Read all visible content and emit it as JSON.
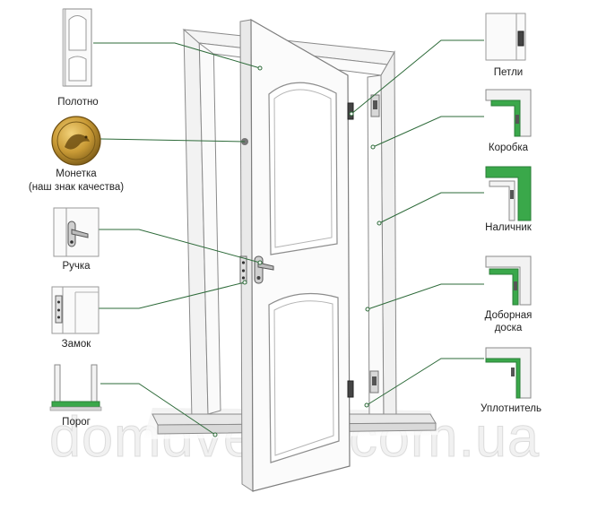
{
  "labels": {
    "polotno": "Полотно",
    "monetka_line1": "Монетка",
    "monetka_line2": "(наш знак качества)",
    "ruchka": "Ручка",
    "zamok": "Замок",
    "porog": "Порог",
    "petli": "Петли",
    "korobka": "Коробка",
    "nalichnik": "Наличник",
    "dobornaya_line1": "Доборная",
    "dobornaya_line2": "доска",
    "uplotnitel": "Уплотнитель"
  },
  "watermark": "domdverey.com.ua",
  "colors": {
    "leader_line": "#2e6b3a",
    "seal_green": "#3aa84a",
    "coin_gold": "#b58a2a",
    "outline": "#7d7d7d"
  },
  "icons": {
    "coin": "quality-coin-icon"
  }
}
